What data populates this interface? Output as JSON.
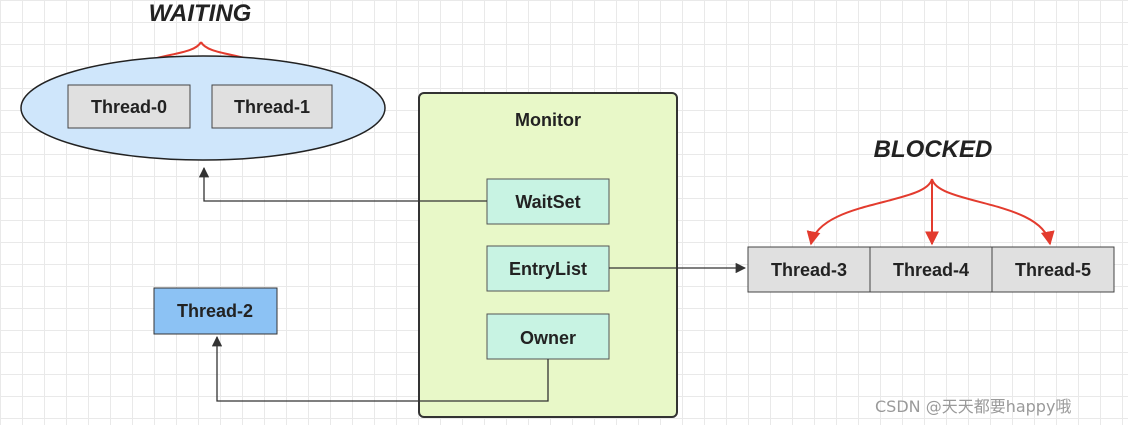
{
  "states": {
    "waiting": "WAITING",
    "blocked": "BLOCKED"
  },
  "monitor": {
    "title": "Monitor",
    "wait_set": "WaitSet",
    "entry_list": "EntryList",
    "owner": "Owner"
  },
  "waiting_threads": [
    "Thread-0",
    "Thread-1"
  ],
  "blocked_threads": [
    "Thread-3",
    "Thread-4",
    "Thread-5"
  ],
  "owner_thread": "Thread-2",
  "watermark": "CSDN @天天都要happy哦",
  "colors": {
    "ellipse_fill": "#cfe6fb",
    "monitor_fill": "#e8f8c8",
    "inner_box_fill": "#c8f3e3",
    "thread_gray": "#e0e0e0",
    "owner_thread_fill": "#8cc2f4",
    "red_arrow": "#e33b2e",
    "connector": "#444444"
  }
}
